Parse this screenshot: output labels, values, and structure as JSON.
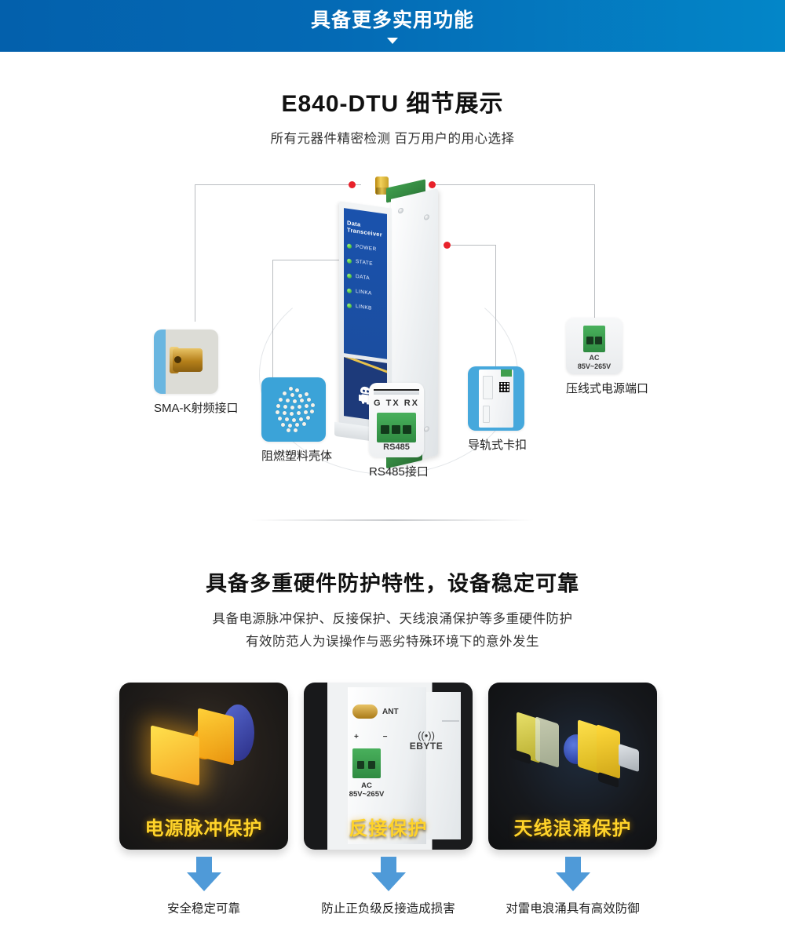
{
  "banner": {
    "title": "具备更多实用功能"
  },
  "section1": {
    "title": "E840-DTU 细节展示",
    "subtitle": "所有元器件精密检测  百万用户的用心选择",
    "device": {
      "brand": "Data Transceiver",
      "leds": [
        "POWER",
        "STATE",
        "DATA",
        "LINKA",
        "LINKB"
      ]
    },
    "callouts": [
      {
        "label": "SMA-K射频接口",
        "thumb": "sma-connector-photo"
      },
      {
        "label": "阻燃塑料壳体",
        "thumb": "plastic-pellets-photo"
      },
      {
        "label": "RS485接口",
        "thumb": "rs485-terminal-photo",
        "pins": "G TX RX",
        "marking": "RS485"
      },
      {
        "label": "导轨式卡扣",
        "thumb": "din-rail-clip-photo"
      },
      {
        "label": "压线式电源端口",
        "thumb": "power-terminal-photo",
        "ac_label": "AC",
        "ac_range": "85V~265V"
      }
    ]
  },
  "section2": {
    "title": "具备多重硬件防护特性，设备稳定可靠",
    "subtitle_line1": "具备电源脉冲保护、反接保护、天线浪涌保护等多重硬件防护",
    "subtitle_line2": "有效防范人为误操作与恶劣特殊环境下的意外发生",
    "cards": [
      {
        "caption": "电源脉冲保护",
        "footer": "安全稳定可靠",
        "art": "glowing-plug-graphic"
      },
      {
        "caption": "反接保护",
        "footer": "防止正负级反接造成损害",
        "art": "device-top-photo",
        "ant_label": "ANT",
        "polarity": "+    −",
        "ac_label": "AC",
        "ac_range": "85V~265V",
        "logo": "EBYTE"
      },
      {
        "caption": "天线浪涌保护",
        "footer": "对雷电浪涌具有高效防御",
        "art": "tvs-components-graphic"
      }
    ]
  },
  "colors": {
    "banner_left": "#0360ac",
    "banner_right": "#0386c8",
    "marker_red": "#e8212a",
    "caption_yellow": "#ffd32a",
    "arrow_blue": "#4f9ad8",
    "thumb_blue": "#3ba3d8",
    "led_green": "#2aa82a"
  }
}
